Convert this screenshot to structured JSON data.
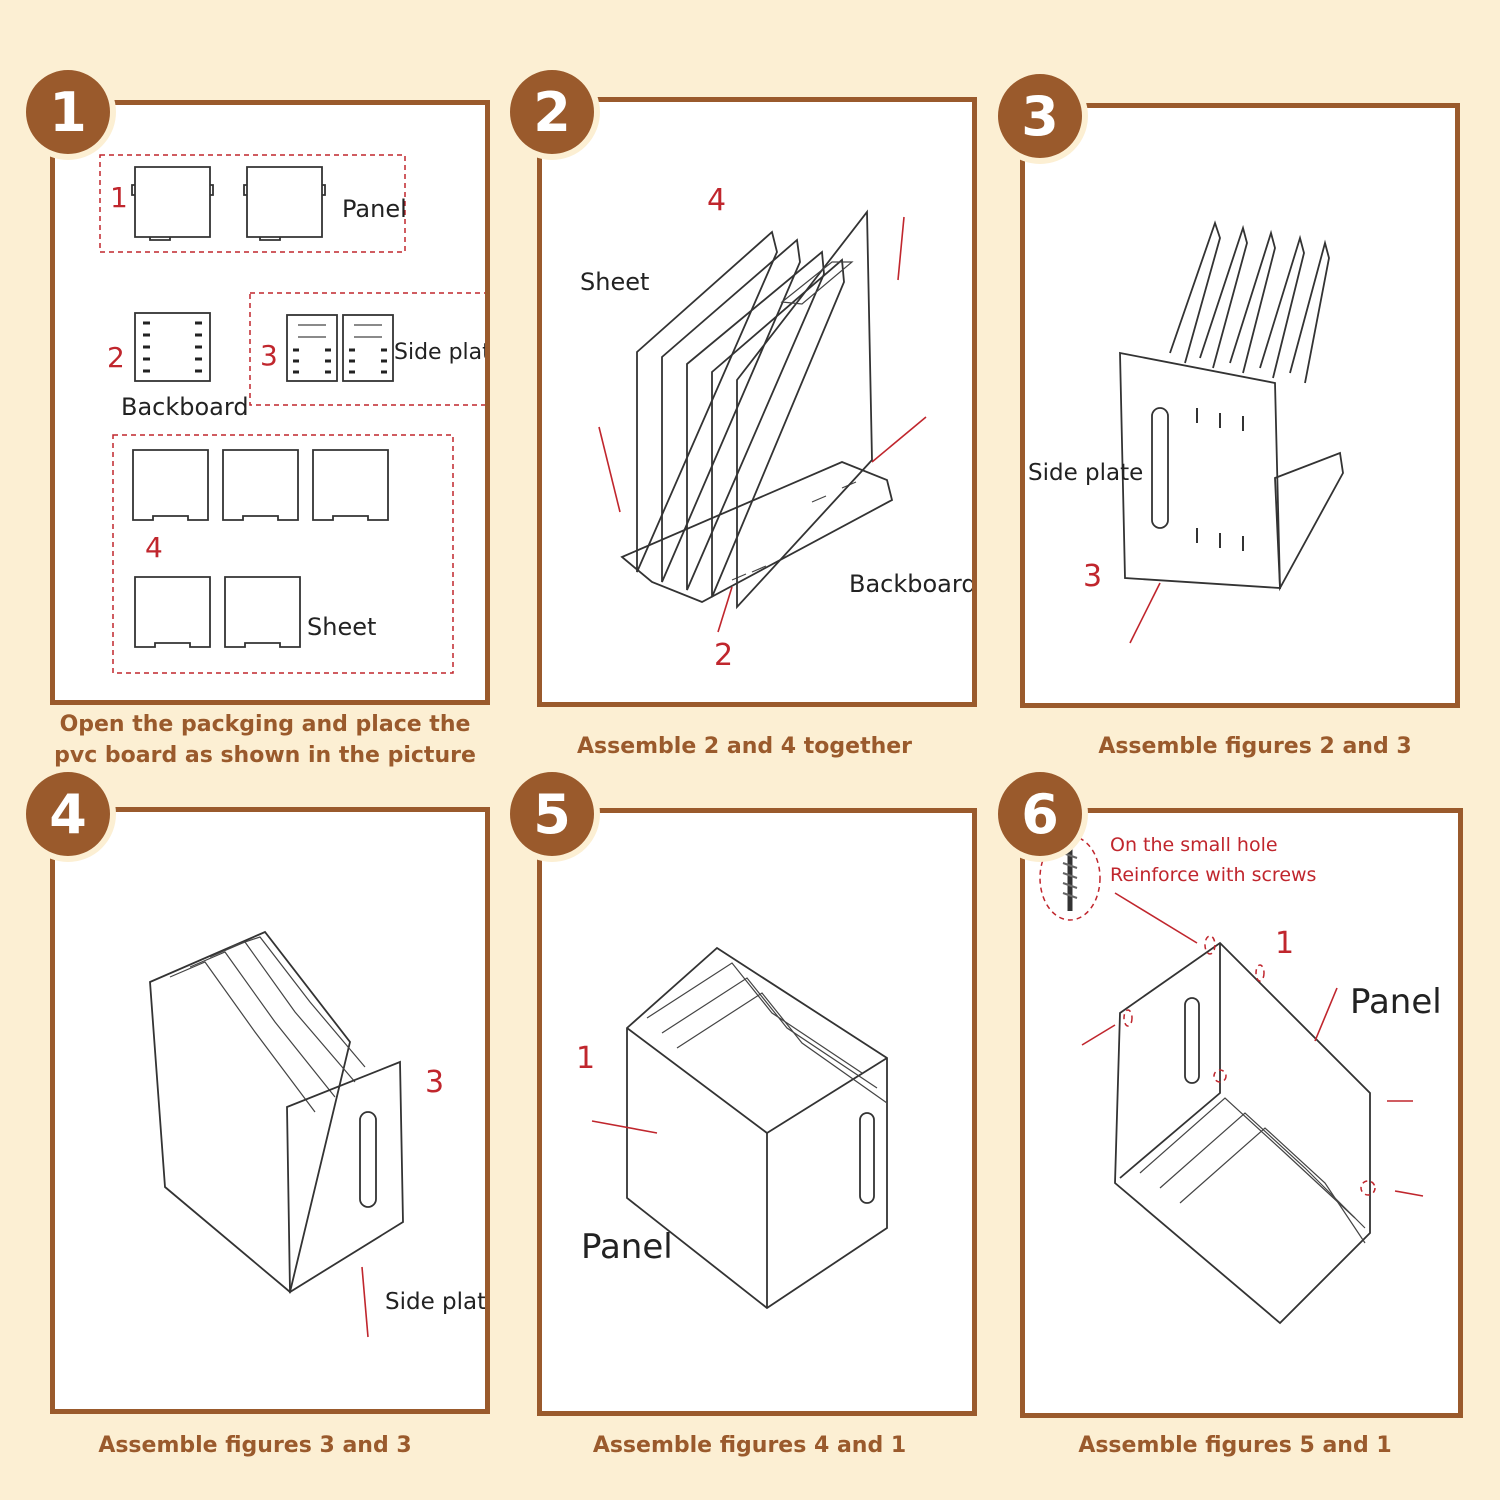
{
  "steps": [
    {
      "number": "1",
      "caption_line1": "Open the packging and place the",
      "caption_line2": "pvc board as shown in the picture",
      "labels": {
        "panel": "Panel",
        "backboard": "Backboard",
        "side_plate": "Side plate",
        "sheet": "Sheet"
      },
      "nums": [
        "1",
        "2",
        "3",
        "4"
      ]
    },
    {
      "number": "2",
      "caption": "Assemble 2 and 4 together",
      "labels": {
        "sheet": "Sheet",
        "backboard": "Backboard"
      },
      "nums": [
        "4",
        "2"
      ]
    },
    {
      "number": "3",
      "caption": "Assemble figures 2 and 3",
      "labels": {
        "side_plate": "Side plate"
      },
      "nums": [
        "3"
      ]
    },
    {
      "number": "4",
      "caption": "Assemble figures 3 and 3",
      "labels": {
        "side_plate": "Side plate"
      },
      "nums": [
        "3"
      ]
    },
    {
      "number": "5",
      "caption": "Assemble figures 4 and 1",
      "labels": {
        "panel": "Panel"
      },
      "nums": [
        "1"
      ]
    },
    {
      "number": "6",
      "caption": "Assemble figures 5 and 1",
      "labels": {
        "panel": "Panel",
        "note_line1": "On the small hole",
        "note_line2": "Reinforce with screws"
      },
      "nums": [
        "1"
      ]
    }
  ],
  "colors": {
    "accent": "#9a5a2c",
    "background": "#fcefd3",
    "marker": "#c0262d"
  }
}
